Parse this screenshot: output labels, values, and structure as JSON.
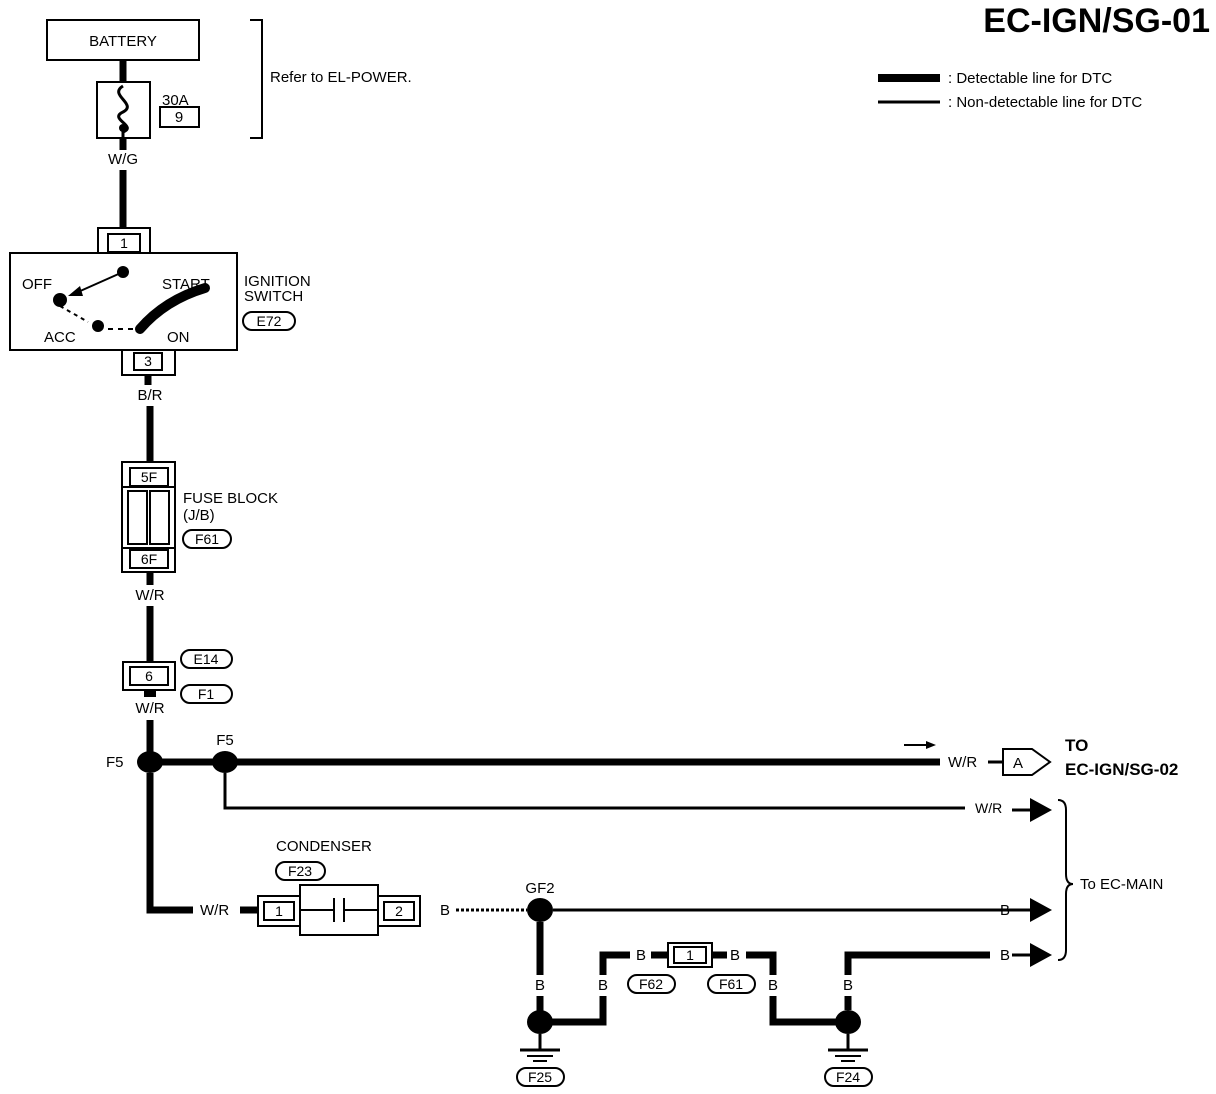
{
  "title": "EC-IGN/SG-01",
  "legend": {
    "detectable_label": ": Detectable line for DTC",
    "non_detectable_label": ": Non-detectable line for DTC"
  },
  "battery": {
    "label": "BATTERY",
    "fusible_link_rating": "30A",
    "fusible_link_number": "9",
    "reference": "Refer to EL-POWER.",
    "output_wire": "W/G"
  },
  "ignition_switch": {
    "name_line1": "IGNITION",
    "name_line2": "SWITCH",
    "connector": "E72",
    "input_pin": "1",
    "output_pin": "3",
    "positions": {
      "off": "OFF",
      "start": "START",
      "acc": "ACC",
      "on": "ON"
    },
    "output_wire": "B/R"
  },
  "fuse_block": {
    "name_line1": "FUSE BLOCK",
    "name_line2": "(J/B)",
    "connector": "F61",
    "input_pin": "5F",
    "output_pin": "6F",
    "output_wire": "W/R"
  },
  "harness_connector": {
    "pin": "6",
    "connectors": [
      "E14",
      "F1"
    ],
    "output_wire": "W/R"
  },
  "junctions": {
    "left": "F5",
    "right": "F5"
  },
  "outputs": {
    "to_sg02": {
      "wire": "W/R",
      "connector_ref": "A",
      "to_line1": "TO",
      "to_line2": "EC-IGN/SG-02"
    },
    "main_wr": {
      "wire": "W/R"
    },
    "main_b1": {
      "wire": "B"
    },
    "main_b2": {
      "wire": "B"
    },
    "main_label": "To EC-MAIN"
  },
  "condenser": {
    "name": "CONDENSER",
    "connector": "F23",
    "pin_1": "1",
    "pin_2": "2",
    "input_wire": "W/R",
    "output_wire": "B"
  },
  "ground_circuit": {
    "joint_label": "GF2",
    "gf2_down_wire": "B",
    "ground_left": "F25",
    "jumper_left_wire": "B",
    "connector_left_wire": "B",
    "connector_pin": "1",
    "connector_codes": [
      "F62",
      "F61"
    ],
    "connector_right_wire": "B",
    "jumper_right_wire": "B",
    "ground_right": "F24",
    "ground_right_up_wire": "B"
  }
}
